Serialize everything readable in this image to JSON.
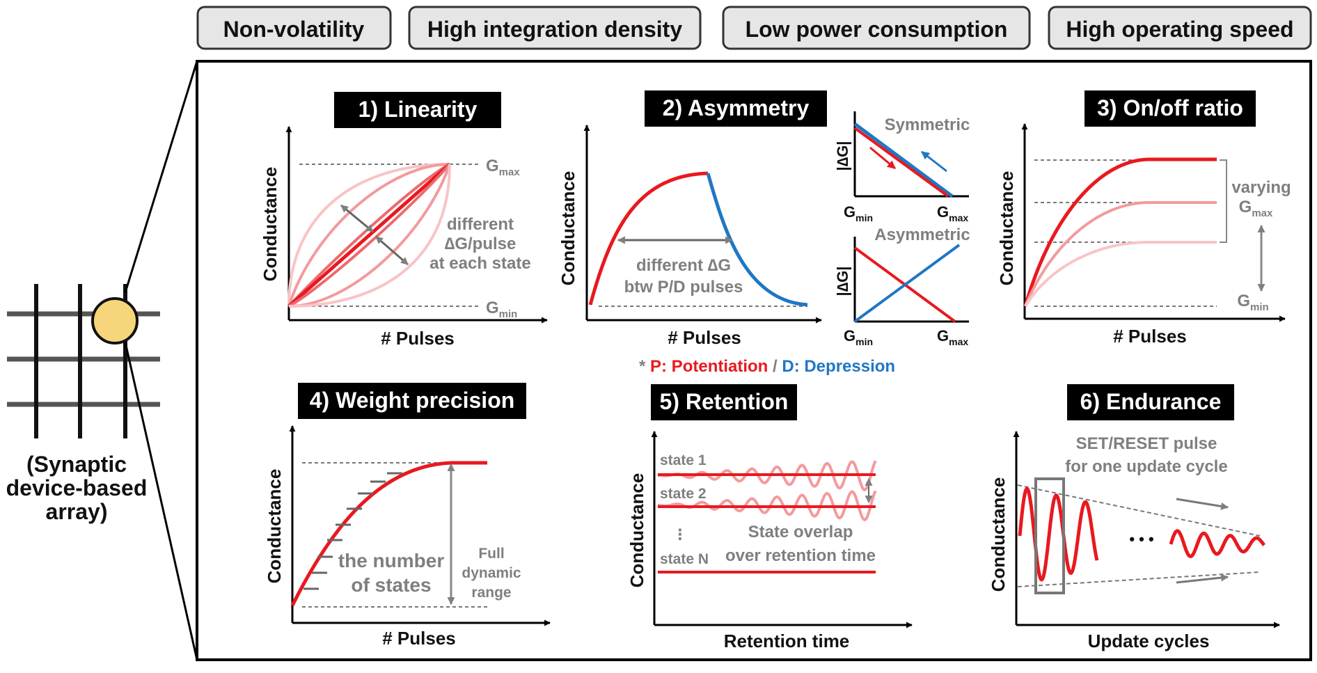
{
  "features": [
    "Non-volatility",
    "High integration density",
    "Low power consumption",
    "High operating speed"
  ],
  "array_caption": [
    "(Synaptic",
    "device-based",
    "array)"
  ],
  "panels": {
    "linearity": {
      "title": "1) Linearity",
      "ylabel": "Conductance",
      "xlabel": "# Pulses",
      "gmax": "G",
      "gmax_sub": "max",
      "gmin": "G",
      "gmin_sub": "min",
      "annotation": [
        "different",
        "∆G/pulse",
        "at each state"
      ]
    },
    "asymmetry": {
      "title": "2) Asymmetry",
      "ylabel": "Conductance",
      "xlabel": "# Pulses",
      "annotation": [
        "different ∆G",
        "btw P/D pulses"
      ],
      "symmetric_label": "Symmetric",
      "asymmetric_label": "Asymmetric",
      "inset_ylabel": "|∆G|",
      "inset_gmin": "G",
      "inset_gmin_sub": "min",
      "inset_gmax": "G",
      "inset_gmax_sub": "max",
      "footnote_star": "* ",
      "footnote_p": "P: Potentiation",
      "footnote_slash": " / ",
      "footnote_d": "D: Depression"
    },
    "onoff": {
      "title": "3) On/off ratio",
      "ylabel": "Conductance",
      "xlabel": "# Pulses",
      "annotation": [
        "varying",
        "G"
      ],
      "annotation_sub": "max",
      "gmin": "G",
      "gmin_sub": "min"
    },
    "precision": {
      "title": "4) Weight precision",
      "ylabel": "Conductance",
      "xlabel": "# Pulses",
      "annotation": [
        "the number",
        "of states"
      ],
      "range_label": [
        "Full",
        "dynamic",
        "range"
      ]
    },
    "retention": {
      "title": "5) Retention",
      "ylabel": "Conductance",
      "xlabel": "Retention time",
      "state_labels": [
        "state 1",
        "state 2",
        "⋮",
        "state N"
      ],
      "annotation": [
        "State overlap",
        "over retention time"
      ]
    },
    "endurance": {
      "title": "6) Endurance",
      "ylabel": "Conductance",
      "xlabel": "Update cycles",
      "annotation": [
        "SET/RESET pulse",
        "for one update cycle"
      ],
      "ellipsis": "• • •"
    }
  },
  "colors": {
    "potentiation": "#e8191f",
    "depression": "#1f77c4",
    "grey": "#7f7f7f",
    "pill_fill": "#e6e6e6",
    "title_fill": "#000000",
    "node_fill": "#f7d57a"
  }
}
